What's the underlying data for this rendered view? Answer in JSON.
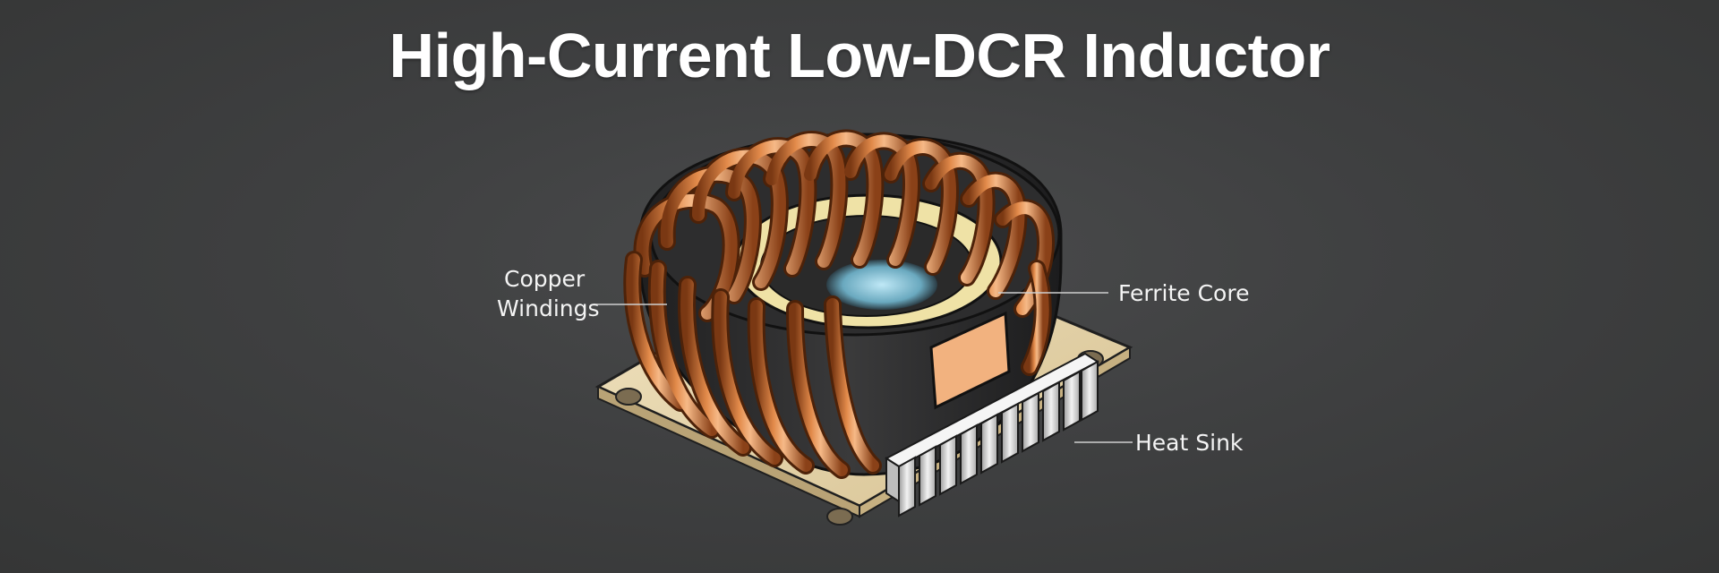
{
  "title": "High-Current Low-DCR Inductor",
  "labels": {
    "copper_line1": "Copper",
    "copper_line2": "Windings",
    "ferrite": "Ferrite Core",
    "heatsink": "Heat Sink"
  },
  "colors": {
    "background": "#3f4041",
    "copper": "#b4622a",
    "copper_highlight": "#f0a56a",
    "ferrite": "#2c2c2d",
    "base_plate": "#e9d9b2",
    "heatsink": "#d8d8d8",
    "inner_ring": "#efe2a6",
    "label_text": "#f4f4f4"
  }
}
